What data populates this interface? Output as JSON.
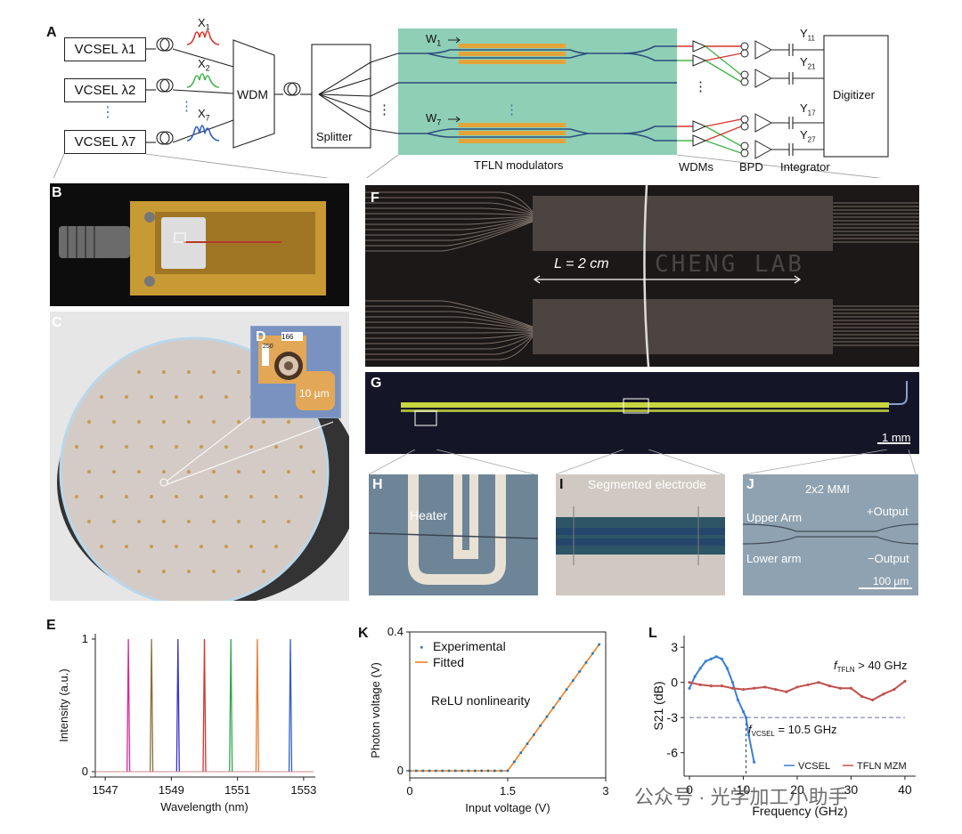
{
  "panels": {
    "A": {
      "letter": "A",
      "sources": [
        "VCSEL λ1",
        "VCSEL λ2",
        "VCSEL λ7"
      ],
      "signals": [
        "X",
        "X",
        "X"
      ],
      "signal_subs": [
        "1",
        "2",
        "7"
      ],
      "ellipsis": "⋮",
      "wdm": "WDM",
      "splitter": "Splitter",
      "w_labels": [
        "W",
        "W"
      ],
      "w_subs": [
        "1",
        "7"
      ],
      "tfln": "TFLN modulators",
      "wdms": "WDMs",
      "bpd": "BPD",
      "integrator": "Integrator",
      "digitizer": "Digitizer",
      "outputs": [
        "Y",
        "Y",
        "Y",
        "Y"
      ],
      "output_subs": [
        "11",
        "21",
        "17",
        "27"
      ]
    },
    "B": {
      "letter": "B"
    },
    "C": {
      "letter": "C"
    },
    "D": {
      "letter": "D",
      "scale": "10 µm",
      "pad_labels": [
        "166",
        "250"
      ]
    },
    "E": {
      "letter": "E"
    },
    "F": {
      "letter": "F",
      "length_label": "L = 2 cm",
      "chip_text": "CHENG LAB"
    },
    "G": {
      "letter": "G",
      "scale": "1 mm"
    },
    "H": {
      "letter": "H",
      "label": "Heater"
    },
    "I": {
      "letter": "I",
      "label": "Segmented electrode"
    },
    "J": {
      "letter": "J",
      "title": "2x2 MMI",
      "labels": [
        "Upper Arm",
        "Lower arm",
        "+Output",
        "−Output"
      ],
      "scale": "100 µm"
    },
    "K": {
      "letter": "K"
    },
    "L": {
      "letter": "L"
    }
  },
  "colors": {
    "tfln_bg": "#8ecfb6",
    "electrode": "#e3a53a",
    "waveguide": "#2c4f7c",
    "red": "#d9342b",
    "green": "#43b54a",
    "blue": "#2f5fc9",
    "orange": "#f07d1e",
    "experimental": "#1f77b4"
  },
  "watermark": "公众号 · 光学加工小助手",
  "chart_data": [
    {
      "panel": "E",
      "type": "line",
      "xlabel": "Wavelength (nm)",
      "ylabel": "Intensity (a.u.)",
      "xlim": [
        1546.7,
        1553.3
      ],
      "ylim": [
        0,
        1
      ],
      "xticks": [
        1547,
        1549,
        1551,
        1553
      ],
      "yticks": [
        0,
        1
      ],
      "series": [
        {
          "center": 1547.7,
          "color": "#d62a9c",
          "values": [
            0,
            1,
            0
          ]
        },
        {
          "center": 1548.4,
          "color": "#8c6d3f",
          "values": [
            0,
            1,
            0
          ]
        },
        {
          "center": 1549.2,
          "color": "#3a35c8",
          "values": [
            0,
            1,
            0
          ]
        },
        {
          "center": 1550.0,
          "color": "#d9342b",
          "values": [
            0,
            1,
            0
          ]
        },
        {
          "center": 1550.8,
          "color": "#2ea84b",
          "values": [
            0,
            1,
            0
          ]
        },
        {
          "center": 1551.6,
          "color": "#e6792a",
          "values": [
            0,
            1,
            0
          ]
        },
        {
          "center": 1552.6,
          "color": "#2f5fc9",
          "values": [
            0,
            1,
            0
          ]
        }
      ]
    },
    {
      "panel": "K",
      "type": "line",
      "xlabel": "Input voltage (V)",
      "ylabel": "Photon voltage (V)",
      "annotation": "ReLU nonlinearity",
      "xlim": [
        0,
        3
      ],
      "ylim": [
        0,
        0.4
      ],
      "xticks": [
        0,
        1.5,
        3
      ],
      "yticks": [
        0,
        0.4
      ],
      "series": [
        {
          "name": "Experimental",
          "x": [
            0,
            0.1,
            0.2,
            0.3,
            0.4,
            0.5,
            0.6,
            0.7,
            0.8,
            0.9,
            1.0,
            1.1,
            1.2,
            1.3,
            1.4,
            1.5,
            1.6,
            1.7,
            1.8,
            1.9,
            2.0,
            2.1,
            2.2,
            2.3,
            2.4,
            2.5,
            2.6,
            2.7,
            2.8,
            2.9
          ],
          "y": [
            0,
            0,
            0,
            0,
            0,
            0,
            0,
            0,
            0,
            0,
            0,
            0,
            0,
            0,
            0,
            0,
            0.026,
            0.052,
            0.078,
            0.104,
            0.13,
            0.156,
            0.182,
            0.208,
            0.234,
            0.26,
            0.286,
            0.312,
            0.338,
            0.364
          ]
        },
        {
          "name": "Fitted",
          "x": [
            0,
            1.5,
            2.9
          ],
          "y": [
            0,
            0,
            0.364
          ]
        }
      ]
    },
    {
      "panel": "L",
      "type": "scatter",
      "xlabel": "Frequency (GHz)",
      "ylabel": "S21 (dB)",
      "xlim": [
        -1,
        42
      ],
      "ylim": [
        -8,
        4
      ],
      "xticks": [
        0,
        10,
        20,
        30,
        40
      ],
      "yticks": [
        3,
        0,
        -3,
        -6
      ],
      "reference_line": -3,
      "annotations": [
        "f",
        "TFLN",
        " > 40 GHz",
        "f",
        "VCSEL",
        " = 10.5 GHz"
      ],
      "series": [
        {
          "name": "VCSEL",
          "color": "#3a7fd5",
          "x": [
            0,
            1,
            2,
            3,
            4,
            5,
            6,
            7,
            8,
            9,
            10,
            10.5,
            11,
            12
          ],
          "y": [
            -0.5,
            0.5,
            1.2,
            1.8,
            2.0,
            2.2,
            2.0,
            1.2,
            0,
            -1.5,
            -2.5,
            -3,
            -4.5,
            -6.8
          ]
        },
        {
          "name": "TFLN MZM",
          "color": "#c0504d",
          "x": [
            0,
            2,
            4,
            6,
            8,
            10,
            12,
            14,
            16,
            18,
            20,
            22,
            24,
            26,
            28,
            30,
            32,
            34,
            36,
            38,
            40
          ],
          "y": [
            0,
            -0.2,
            -0.3,
            -0.3,
            -0.5,
            -0.6,
            -0.5,
            -0.4,
            -0.6,
            -0.8,
            -0.4,
            -0.2,
            0,
            -0.3,
            -0.5,
            -0.5,
            -1.2,
            -1.5,
            -1.0,
            -0.6,
            0.1
          ]
        }
      ]
    }
  ]
}
